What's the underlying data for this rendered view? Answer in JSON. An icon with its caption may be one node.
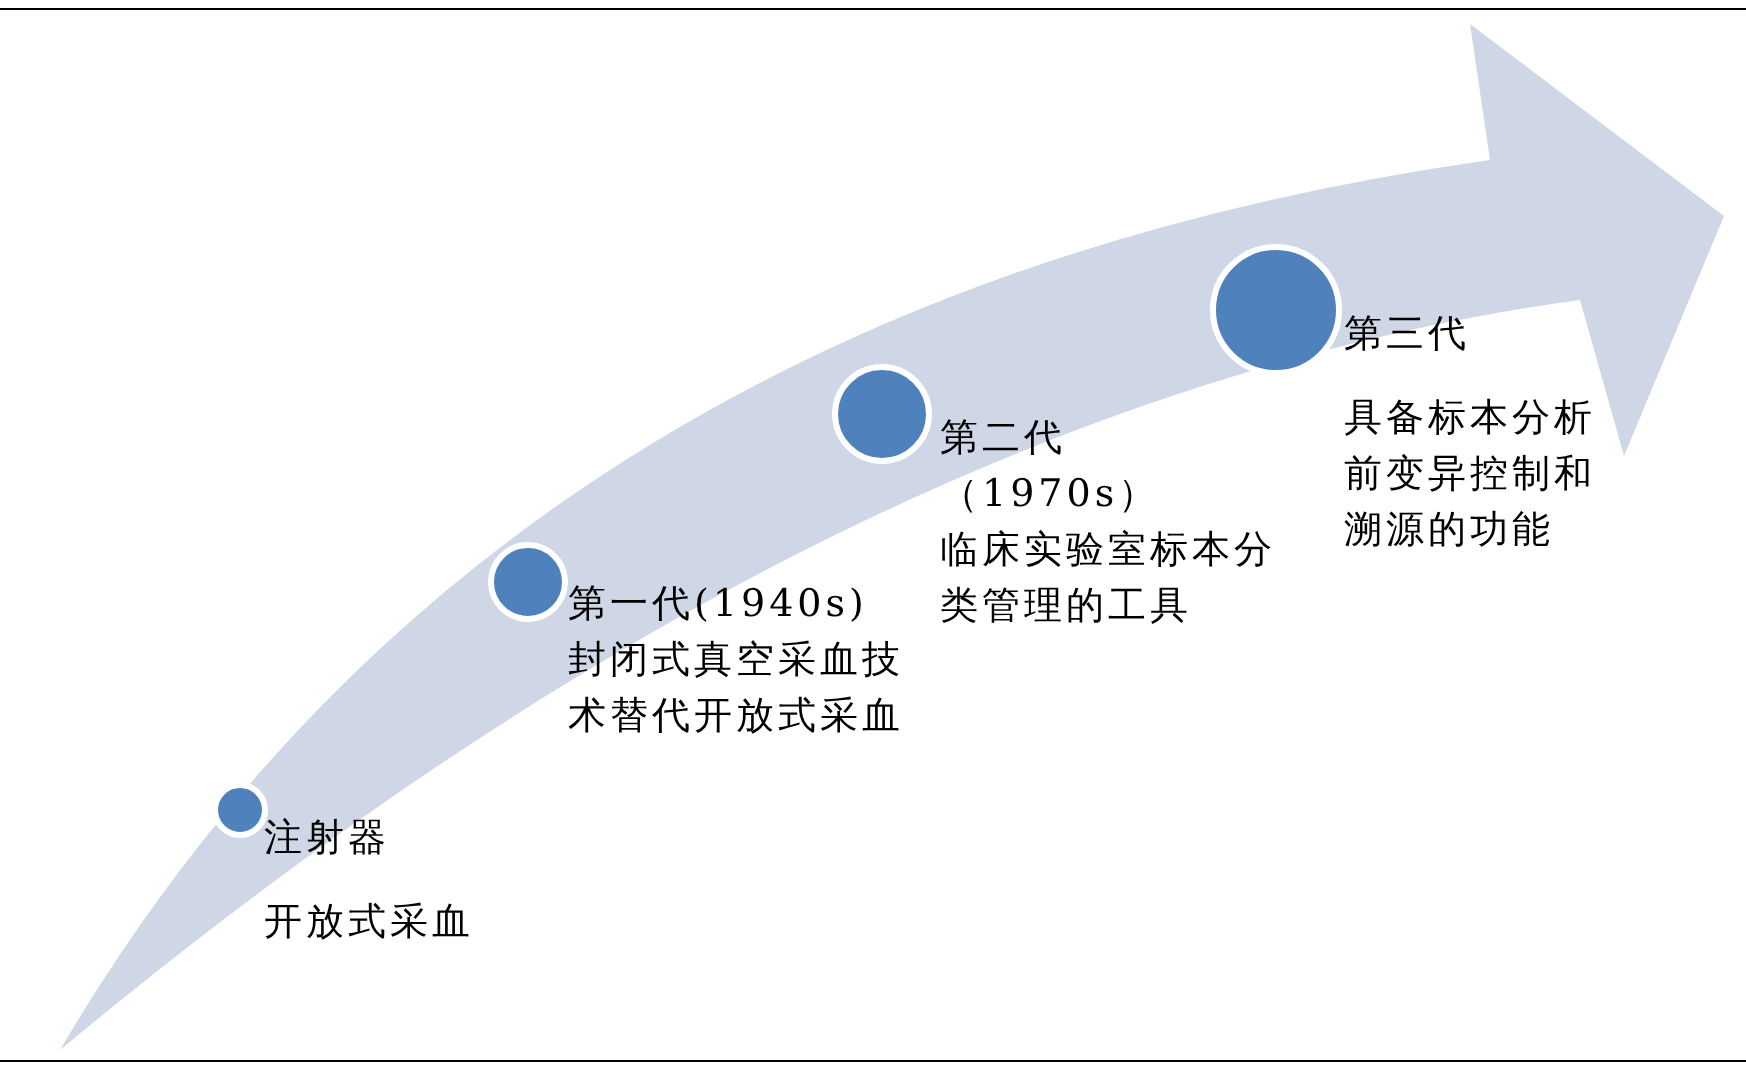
{
  "diagram": {
    "nodes": [
      {
        "text": [],
        "shape": "circle",
        "beside": [
          "注射器",
          "开放式采血"
        ]
      },
      {
        "text": [],
        "shape": "circle",
        "beside": [
          "第一代(1940s)",
          "封闭式真空采血技术替代开放式采血"
        ]
      },
      {
        "text": [],
        "shape": "circle",
        "beside": [
          "第二代（1970s）",
          "临床实验室标本分类管理的工具"
        ]
      },
      {
        "text": [],
        "shape": "circle",
        "beside": [
          "第三代",
          "具备标本分析前变异控制和溯源的功能"
        ]
      }
    ]
  }
}
